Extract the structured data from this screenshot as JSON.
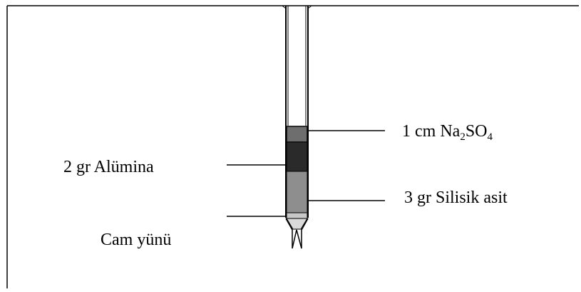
{
  "labels": {
    "na2so4": {
      "prefix": "1 cm Na",
      "sub1": "2",
      "mid": "SO",
      "sub2": "4"
    },
    "alumina": "2 gr Alümina",
    "silicic_acid": "3 gr Silisik asit",
    "glass_wool": "Cam yünü"
  },
  "colors": {
    "na2so4_layer": "#6e6e6e",
    "alumina_layer": "#2a2a2a",
    "silicic_acid_layer": "#8e8e8e",
    "glass_wool_layer": "#c8c8c8",
    "outline": "#000000"
  }
}
